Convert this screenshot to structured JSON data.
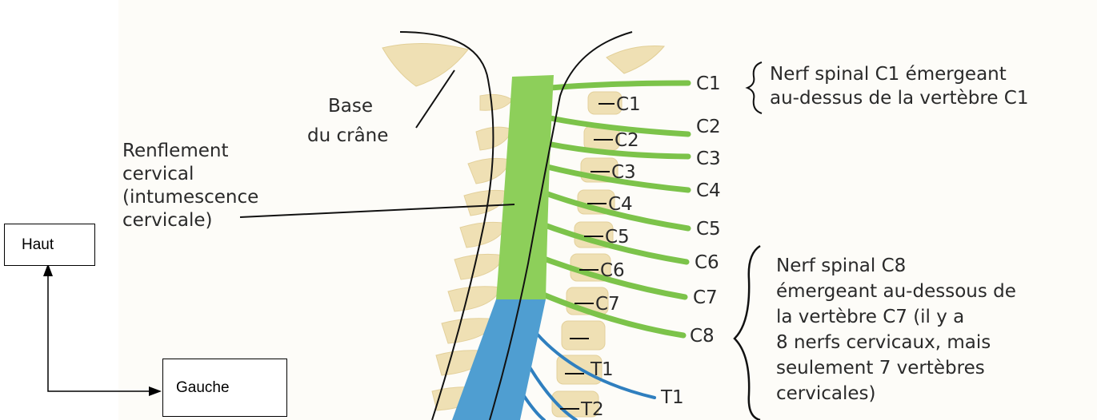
{
  "annotations": {
    "base_crane": [
      "Base",
      "du crâne"
    ],
    "renflement": [
      "Renflement",
      "cervical",
      "(intumescence",
      "cervicale)"
    ],
    "c1_note": [
      "Nerf spinal C1 émergeant",
      "au-dessus de la vertèbre C1"
    ],
    "c8_note": [
      "Nerf spinal C8",
      "émergeant au-dessous de",
      "la vertèbre C7 (il y a",
      "8 nerfs cervicaux, mais",
      "seulement 7 vertèbres",
      "cervicales)"
    ]
  },
  "vertebra_labels": [
    "C1",
    "C2",
    "C3",
    "C4",
    "C5",
    "C6",
    "C7",
    "T1",
    "T2"
  ],
  "nerve_labels": [
    "C1",
    "C2",
    "C3",
    "C4",
    "C5",
    "C6",
    "C7",
    "C8",
    "T1"
  ],
  "orientation": {
    "top_label": "Haut",
    "left_label": "Gauche"
  },
  "colors": {
    "cervical_cord": "#8dcf5a",
    "cervical_nerve": "#7cc34a",
    "thoracic_cord": "#4f9ed1",
    "thoracic_nerve": "#2f7fbf",
    "vertebra": "#efe0b4",
    "background_panel": "#fdfcf8"
  }
}
